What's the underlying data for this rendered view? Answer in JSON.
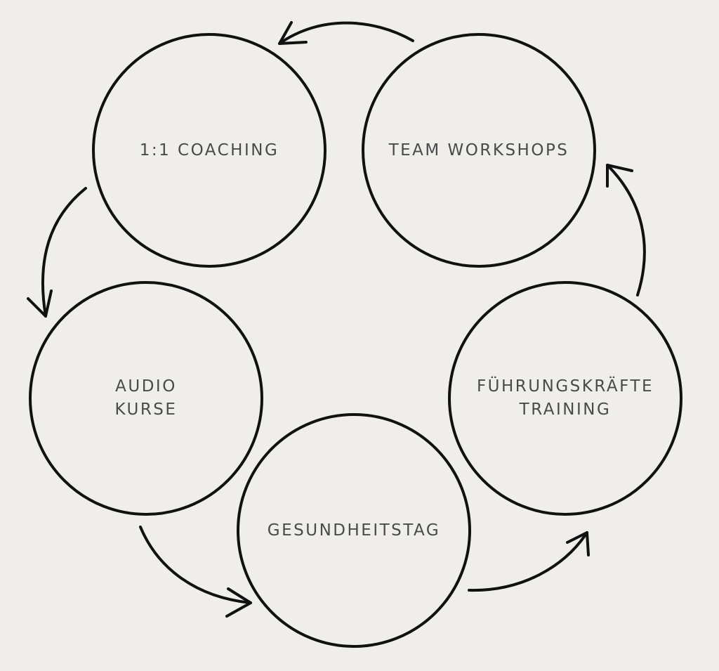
{
  "colors": {
    "background": "#f0eeeb",
    "stroke": "#111111",
    "text": "#4a4a4a"
  },
  "nodes": [
    {
      "id": "coaching",
      "label": "1:1 COACHING"
    },
    {
      "id": "workshops",
      "label": "TEAM WORKSHOPS"
    },
    {
      "id": "audio",
      "label": "AUDIO\nKURSE"
    },
    {
      "id": "fuehrung",
      "label": "FÜHRUNGSKRÄFTE\nTRAINING"
    },
    {
      "id": "gesundheit",
      "label": "GESUNDHEITSTAG"
    }
  ],
  "edges": [
    {
      "from": "workshops",
      "to": "coaching"
    },
    {
      "from": "coaching",
      "to": "audio"
    },
    {
      "from": "audio",
      "to": "gesundheit"
    },
    {
      "from": "gesundheit",
      "to": "fuehrung"
    },
    {
      "from": "fuehrung",
      "to": "workshops"
    }
  ]
}
